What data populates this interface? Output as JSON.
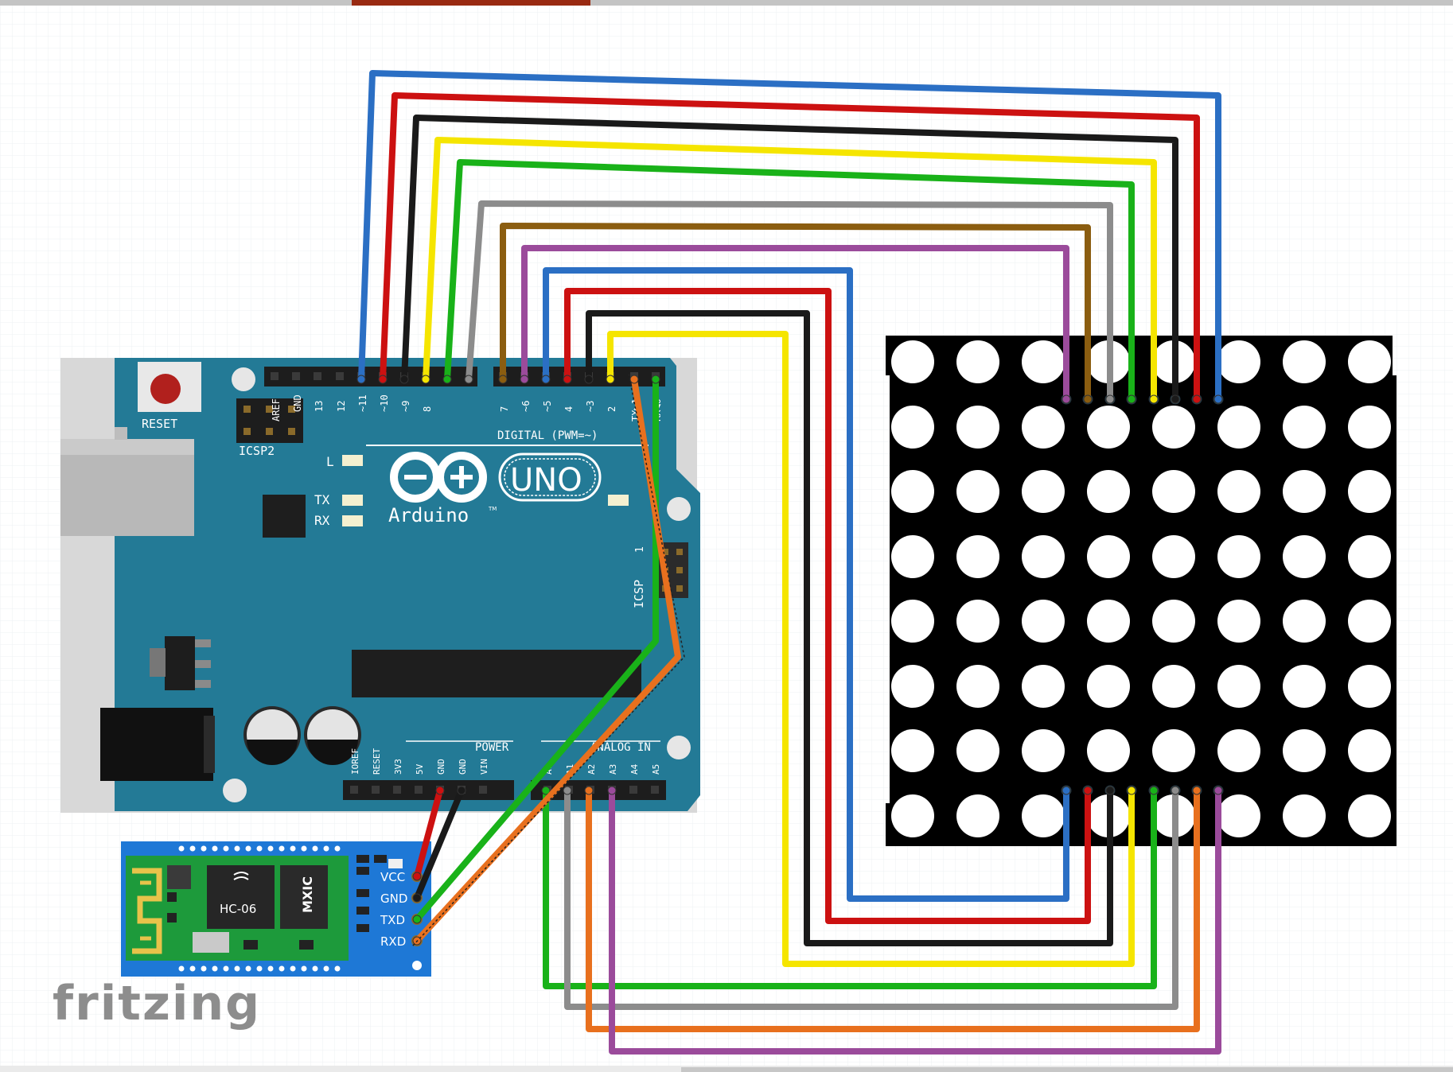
{
  "board": {
    "reset_label": "RESET",
    "icsp2_label": "ICSP2",
    "icsp_label": "ICSP",
    "led_l_label": "L",
    "led_tx_label": "TX",
    "led_rx_label": "RX",
    "brand": "Arduino",
    "brand_tm": "TM",
    "model": "UNO",
    "digital_label": "DIGITAL (PWM=~)",
    "power_label": "POWER",
    "analog_label": "ANALOG IN",
    "icsp_pin_1": "1",
    "digital_pins": [
      "AREF",
      "GND",
      "13",
      "12",
      "~11",
      "~10",
      "~9",
      "8",
      "7",
      "~6",
      "~5",
      "4",
      "~3",
      "2",
      "TX▶1",
      "RX◀0"
    ],
    "power_pins": [
      "IOREF",
      "RESET",
      "3V3",
      "5V",
      "GND",
      "GND",
      "VIN"
    ],
    "analog_pins": [
      "A0",
      "A1",
      "A2",
      "A3",
      "A4",
      "A5"
    ]
  },
  "bt_module": {
    "chip_name": "HC-06",
    "pins": [
      "VCC",
      "GND",
      "TXD",
      "RXD"
    ]
  },
  "matrix": {
    "rows": 8,
    "cols": 8
  },
  "watermark": "fritzing",
  "wire_colors": {
    "blue": "#2b6fc4",
    "red": "#cc1111",
    "black": "#1a1a1a",
    "yellow": "#f5e500",
    "green": "#19b219",
    "gray": "#8c8c8c",
    "brown": "#8b5d10",
    "purple": "#9b4b9b",
    "orange": "#e8701e"
  },
  "board_color": "#237a96"
}
